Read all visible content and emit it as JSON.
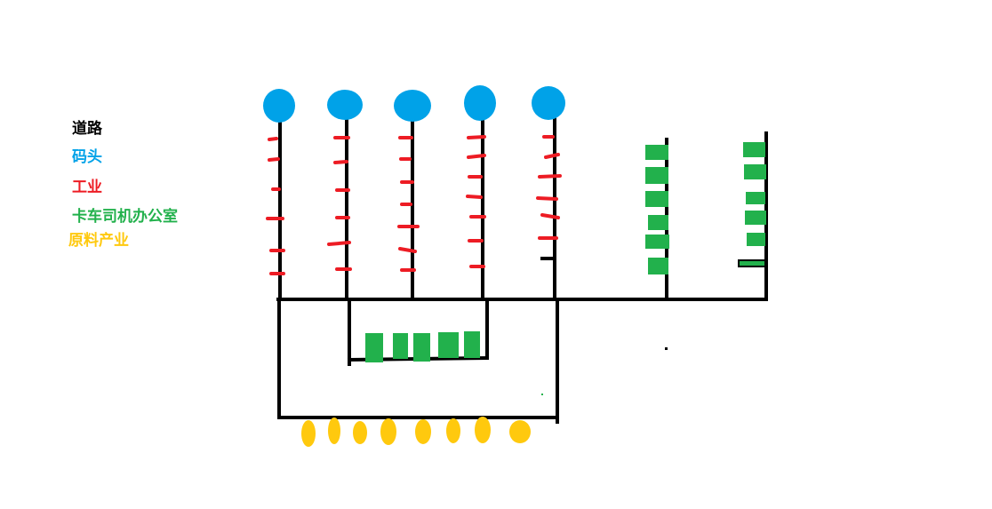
{
  "legend": {
    "road": {
      "label": "道路",
      "color": "#000000"
    },
    "dock": {
      "label": "码头",
      "color": "#00a2e8"
    },
    "industry": {
      "label": "工业",
      "color": "#ed1c24"
    },
    "office": {
      "label": "卡车司机办公室",
      "color": "#22b14c"
    },
    "raw": {
      "label": "原料产业",
      "color": "#ffc90e"
    }
  }
}
